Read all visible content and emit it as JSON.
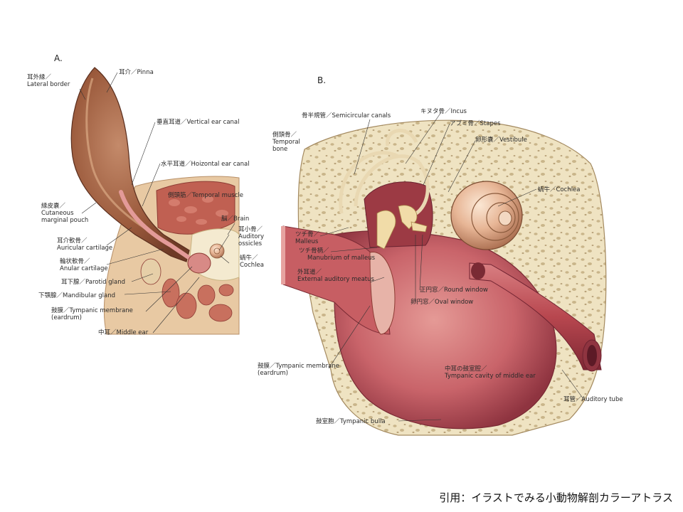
{
  "panel_a": {
    "letter": "A.",
    "labels": {
      "lateral_border": [
        "耳外縁／",
        "Lateral border"
      ],
      "pinna": "耳介／Pinna",
      "vertical_canal": "垂直耳道／Vertical ear canal",
      "horizontal_canal": "水平耳道／Hoizontal ear canal",
      "temporal_muscle": "側頭筋／Temporal muscle",
      "brain": "脳／Brain",
      "auditory_ossicles": [
        "耳小骨／",
        "Auditory",
        "ossicles"
      ],
      "cochlea": [
        "蝸牛／",
        "Cochlea"
      ],
      "cutaneous_pouch": [
        "縁皮嚢／",
        "Cutaneous",
        "marginal pouch"
      ],
      "auricular_cartilage": [
        "耳介軟骨／",
        "Auricular cartilage"
      ],
      "anular_cartilage": [
        "輪状軟骨／",
        "Anular cartilage"
      ],
      "parotid_gland": "耳下腺／Parotid gland",
      "mandibular_gland": "下顎腺／Mandibular gland",
      "tympanic_membrane": [
        "鼓膜／Tympanic membrane",
        "(eardrum)"
      ],
      "middle_ear": "中耳／Middle ear"
    }
  },
  "panel_b": {
    "letter": "B.",
    "labels": {
      "semicircular_canals": "骨半規管／Semicircular canals",
      "incus": "キヌタ骨／Incus",
      "stapes": "アブミ骨／Stapes",
      "vestibule": "卵形嚢／Vestibule",
      "temporal_bone": [
        "側頭骨／",
        "Temporal",
        "bone"
      ],
      "cochlea": "蝸牛／Cochlea",
      "malleus": [
        "ツチ骨／",
        "Malleus"
      ],
      "manubrium": [
        "ツチ骨柄／",
        "Manubrium of malleus"
      ],
      "external_meatus": [
        "外耳道／",
        "External auditory meatus"
      ],
      "round_window": "正円窓／Round window",
      "oval_window": "卵円窓／Oval window",
      "tympanic_membrane": [
        "鼓膜／Tympanic membrane",
        "(eardrum)"
      ],
      "tympanic_cavity": [
        "中耳の鼓室腔／",
        "Tympanic cavity of middle ear"
      ],
      "auditory_tube": "耳管／Auditory tube",
      "tympanic_bulla": "鼓室胞／Tympanic bulla"
    }
  },
  "credit": "引用：イラストでみる小動物解剖カラーアトラス",
  "colors": {
    "bone": "#efe3c2",
    "pore": "#c9b58a",
    "skin": "#9b5a3c",
    "flesh": "#c8705e",
    "cavity": "#c9646a",
    "cavity_dark": "#9c3a44",
    "tube": "#b8474f"
  }
}
